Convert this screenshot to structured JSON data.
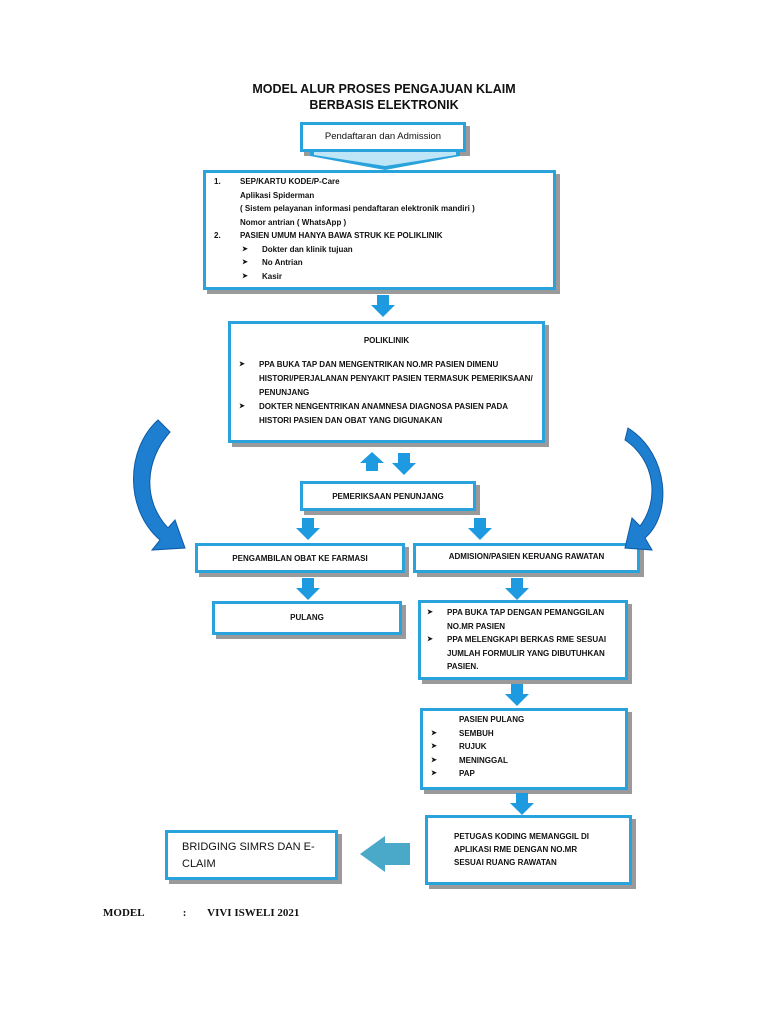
{
  "title": {
    "line1": "MODEL ALUR PROSES PENGAJUAN KLAIM",
    "line2": "BERBASIS ELEKTRONIK"
  },
  "registration": {
    "label": "Pendaftaran dan Admission"
  },
  "step1": {
    "n1": "1.",
    "item1": "SEP/KARTU KODE/P-Care",
    "app": "Aplikasi Spiderman",
    "app_desc": "( Sistem pelayanan informasi pendaftaran elektronik mandiri )",
    "queue": "Nomor antrian ( WhatsApp )",
    "n2": "2.",
    "item2": "PASIEN UMUM HANYA BAWA STRUK KE POLIKLINIK",
    "bullets": [
      "Dokter dan klinik tujuan",
      "No Antrian",
      "Kasir"
    ]
  },
  "poliklinik": {
    "title": "POLIKLINIK",
    "bullets": [
      "PPA BUKA TAP DAN MENGENTRIKAN NO.MR PASIEN DIMENU HISTORI/PERJALANAN PENYAKIT PASIEN TERMASUK PEMERIKSAAN/ PENUNJANG",
      "DOKTER NENGENTRIKAN ANAMNESA DIAGNOSA PASIEN PADA HISTORI PASIEN DAN OBAT YANG DIGUNAKAN"
    ]
  },
  "pemeriksaan": {
    "label": "PEMERIKSAAN PENUNJANG"
  },
  "farmasi": {
    "label": "PENGAMBILAN OBAT KE FARMASI"
  },
  "rawatan": {
    "label": "ADMISION/PASIEN KERUANG RAWATAN"
  },
  "pulang": {
    "label": "PULANG"
  },
  "ppa": {
    "bullets": [
      "PPA BUKA TAP DENGAN PEMANGGILAN NO.MR PASIEN",
      "PPA MELENGKAPI BERKAS RME SESUAI JUMLAH FORMULIR YANG DIBUTUHKAN PASIEN."
    ]
  },
  "pasien_pulang": {
    "title": "PASIEN PULANG",
    "bullets": [
      "SEMBUH",
      "RUJUK",
      "MENINGGAL",
      "PAP"
    ]
  },
  "koding": {
    "label": "PETUGAS KODING MEMANGGIL DI APLIKASI RME DENGAN NO.MR SESUAI RUANG RAWATAN"
  },
  "bridging": {
    "label": "BRIDGING SIMRS DAN E-CLAIM"
  },
  "footer": {
    "label": "MODEL",
    "sep": ":",
    "author": "VIVI ISWELI 2021"
  },
  "colors": {
    "border": "#2aa3dd",
    "arrow": "#1e9be0",
    "shadow": "#9a9a9a"
  }
}
